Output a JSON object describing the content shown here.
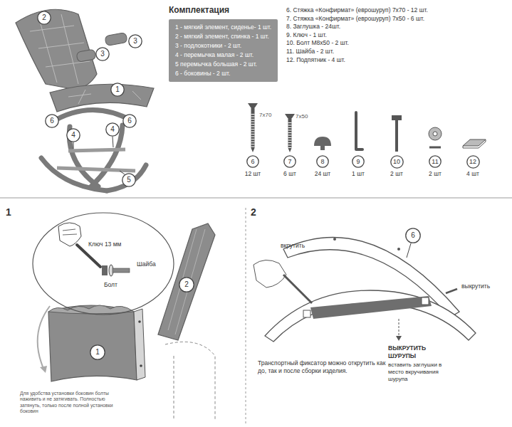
{
  "diagram": {
    "title": "Комплектация",
    "nodes": [
      {
        "text": [
          "2"
        ]
      },
      {
        "text": [
          "1 - мягкий элемент, сиденье- 1 шт.",
          "2 - мягкий элемент, спинка - 1 шт.",
          "3 - подлокотники - 2 шт.",
          "4 - перемычка малая - 2 шт.",
          "5 перемычка большая - 2 шт.",
          "6 - боковины - 2 шт."
        ]
      },
      {
        "text": [
          "3"
        ]
      },
      {
        "text": [
          "3"
        ]
      },
      {
        "text": [
          "1"
        ]
      },
      {
        "text": [
          "6"
        ]
      },
      {
        "text": [
          "6"
        ]
      },
      {
        "text": [
          "4"
        ]
      },
      {
        "text": [
          "4"
        ]
      },
      {
        "text": [
          "5"
        ]
      },
      {
        "text": [
          "6"
        ]
      },
      {
        "text": [
          "7"
        ]
      },
      {
        "text": [
          "8"
        ]
      },
      {
        "text": [
          "9"
        ]
      },
      {
        "text": [
          "10"
        ]
      },
      {
        "text": [
          "11"
        ]
      },
      {
        "text": [
          "12"
        ]
      },
      {
        "text": [
          "Ключ 13 мм",
          "Шайба",
          "Болт"
        ]
      },
      {
        "text": [
          "2"
        ]
      },
      {
        "text": [
          "1"
        ]
      },
      {
        "text": [
          "6"
        ]
      }
    ],
    "labels": [
      "6. Стяжка «Конфирмат» (еврошуруп) 7x70 - 12 шт.",
      "7. Стяжка «Конфирмат» (еврошуруп) 7x50 - 6 шт.",
      "8. Заглушка - 24шт.",
      "9. Ключ - 1 шт.",
      "10. Болт М8x50 - 2 шт.",
      "11. Шайба - 2 шт.",
      "12. Подпятник - 4 шт.",
      "7x70",
      "7x50",
      "12 шт",
      "6 шт",
      "24 шт",
      "1 шт",
      "2 шт",
      "2 шт",
      "4 шт",
      "1",
      "Для удобства установки боковин болты наживить и не затягивать. Полностью затянуть, только после полной установки боковин",
      "2",
      "вкрутить",
      "выкрутить",
      "Транспортный фиксатор можно открутить как до, так и после сборки изделия.",
      "ВЫКРУТИТЬ ШУРУПЫ",
      "вставить заглушки в место вкручивания шурупа"
    ]
  }
}
